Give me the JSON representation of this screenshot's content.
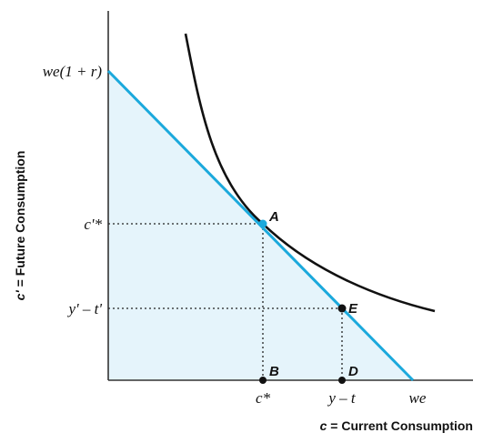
{
  "colors": {
    "budget_line": "#1ba9dc",
    "feasible_fill": "#e5f4fb",
    "curve": "#111111",
    "axis": "#333333"
  },
  "axes": {
    "x_title_var": "c",
    "x_title_rest": " = Current Consumption",
    "y_title_var": "c'",
    "y_title_rest": " = Future Consumption"
  },
  "y_ticks": {
    "intercept": "we(1 + r)",
    "c_prime_star": "c'*",
    "endowment": "y' – t'"
  },
  "x_ticks": {
    "c_star": "c*",
    "endowment": "y – t",
    "intercept": "we"
  },
  "points": {
    "A": "A",
    "B": "B",
    "D": "D",
    "E": "E"
  },
  "elements": {
    "budget_constraint": "budget line, slope -(1+r)",
    "indifference_curve": "convex indifference curve tangent at A",
    "optimum": "point A",
    "endowment": "point E"
  }
}
